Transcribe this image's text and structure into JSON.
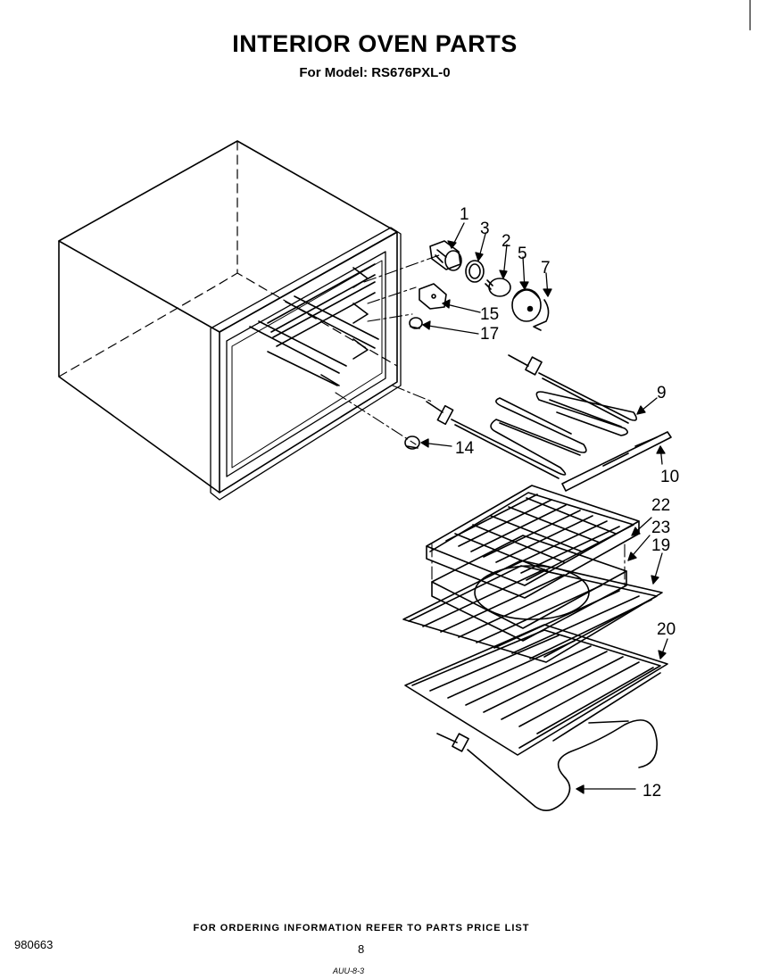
{
  "header": {
    "title": "INTERIOR OVEN PARTS",
    "subtitle": "For Model: RS676PXL-0"
  },
  "diagram": {
    "callouts": [
      {
        "id": "c1",
        "label": "1"
      },
      {
        "id": "c3",
        "label": "3"
      },
      {
        "id": "c2",
        "label": "2"
      },
      {
        "id": "c5",
        "label": "5"
      },
      {
        "id": "c7",
        "label": "7"
      },
      {
        "id": "c15",
        "label": "15"
      },
      {
        "id": "c17",
        "label": "17"
      },
      {
        "id": "c9",
        "label": "9"
      },
      {
        "id": "c14",
        "label": "14"
      },
      {
        "id": "c10",
        "label": "10"
      },
      {
        "id": "c22",
        "label": "22"
      },
      {
        "id": "c23",
        "label": "23"
      },
      {
        "id": "c19",
        "label": "19"
      },
      {
        "id": "c20",
        "label": "20"
      },
      {
        "id": "c12",
        "label": "12"
      }
    ]
  },
  "footer": {
    "ordering_info": "FOR ORDERING INFORMATION REFER TO PARTS PRICE LIST",
    "document_number": "980663",
    "page_number": "8",
    "date_code": "AUU-8-3"
  }
}
